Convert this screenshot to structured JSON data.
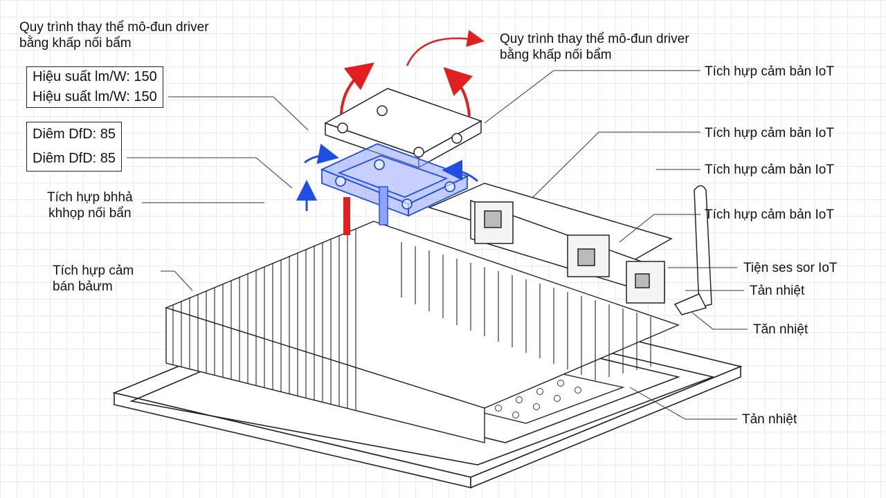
{
  "title": {
    "line1": "Quy trình thay thể mô-đun driver",
    "line2": "bằng khấp nối bẩm"
  },
  "callouts": {
    "top_right": {
      "line1": "Quy trình thay thể mô-đun driver",
      "line2": "bằng khấp nối bẩm"
    },
    "efficiency": {
      "line1": "Hiệu suất lm/W: 150",
      "line2": "Hiệu suất lm/W: 150"
    },
    "cri": {
      "line1": "Diêm DfD: 85",
      "line2": "Diêm DfD: 85"
    },
    "left_mid": {
      "line1": "Tích hựp bhhả",
      "line2": "khhọp nối bẩn"
    },
    "left_low": {
      "line1": "Tích hựp cảm",
      "line2": "bán bảưm"
    },
    "right_1": "Tích hựp cảm bản IoT",
    "right_2": "Tích hựp cảm bản IoT",
    "right_3": "Tích hựp cảm bản IoT",
    "right_4": "Tích hựp cảm bản IoT",
    "right_5": "Tiện ses sor IoT",
    "right_6": "Tản nhiệt",
    "right_7": "Tăn nhiệt",
    "right_8": "Tản nhiệt"
  },
  "colors": {
    "line": "#222222",
    "arrow_red": "#e02020",
    "arrow_blue": "#1f4fe0",
    "module_fill": "#8fa2ff"
  }
}
